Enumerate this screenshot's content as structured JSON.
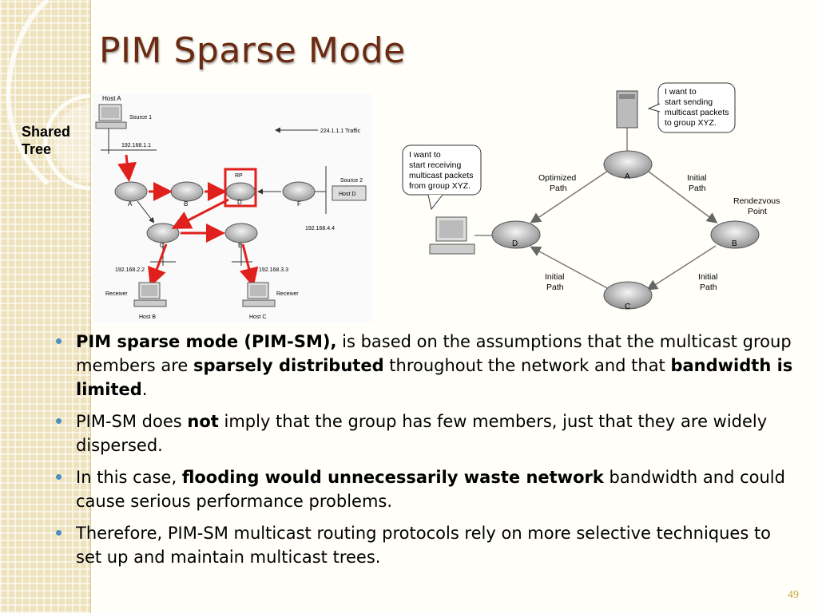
{
  "slide": {
    "title": "PIM Sparse Mode",
    "side_label_line1": "Shared",
    "side_label_line2": "Tree",
    "page_number": "49"
  },
  "left_diagram": {
    "host_a": "Host A",
    "source1": "Source 1",
    "traffic": "224.1.1.1 Traffic",
    "ip1": "192.168.1.1",
    "rp": "RP",
    "source2": "Source 2",
    "host_d": "Host D",
    "router_a": "A",
    "router_b": "B",
    "router_d": "D",
    "router_f": "F",
    "router_c": "C",
    "router_e": "E",
    "ip4": "192.168.4.4",
    "ip2": "192.168.2.2",
    "ip3": "192.168.3.3",
    "receiver_left": "Receiver",
    "receiver_right": "Receiver",
    "host_b": "Host B",
    "host_c": "Host C"
  },
  "right_diagram": {
    "bubble_send": [
      "I want to",
      "start sending",
      "multicast packets",
      "to group XYZ."
    ],
    "bubble_receive": [
      "I want to",
      "start receiving",
      "multicast packets",
      "from group XYZ."
    ],
    "optimized_path": [
      "Optimized",
      "Path"
    ],
    "initial_path_top": [
      "Initial",
      "Path"
    ],
    "rendezvous": [
      "Rendezvous",
      "Point"
    ],
    "initial_path_bl": [
      "Initial",
      "Path"
    ],
    "initial_path_br": [
      "Initial",
      "Path"
    ],
    "router_a": "A",
    "router_b": "B",
    "router_c": "C",
    "router_d": "D"
  },
  "bullets": [
    {
      "parts": [
        {
          "t": "PIM sparse mode (PIM-SM),",
          "b": true
        },
        {
          "t": " is based on the assumptions that the multicast group members are ",
          "b": false
        },
        {
          "t": "sparsely distributed",
          "b": true
        },
        {
          "t": " throughout the network and that ",
          "b": false
        },
        {
          "t": "bandwidth is limited",
          "b": true
        },
        {
          "t": ".",
          "b": false
        }
      ]
    },
    {
      "parts": [
        {
          "t": "PIM-SM does ",
          "b": false
        },
        {
          "t": "not",
          "b": true
        },
        {
          "t": " imply that the group has few members, just that they are widely dispersed.",
          "b": false
        }
      ]
    },
    {
      "parts": [
        {
          "t": "In this case, ",
          "b": false
        },
        {
          "t": "flooding would unnecessarily waste network",
          "b": true
        },
        {
          "t": " bandwidth and could cause serious performance problems.",
          "b": false
        }
      ]
    },
    {
      "parts": [
        {
          "t": "Therefore, PIM-SM multicast routing protocols rely on more selective techniques to set up and maintain multicast trees.",
          "b": false
        }
      ]
    }
  ]
}
